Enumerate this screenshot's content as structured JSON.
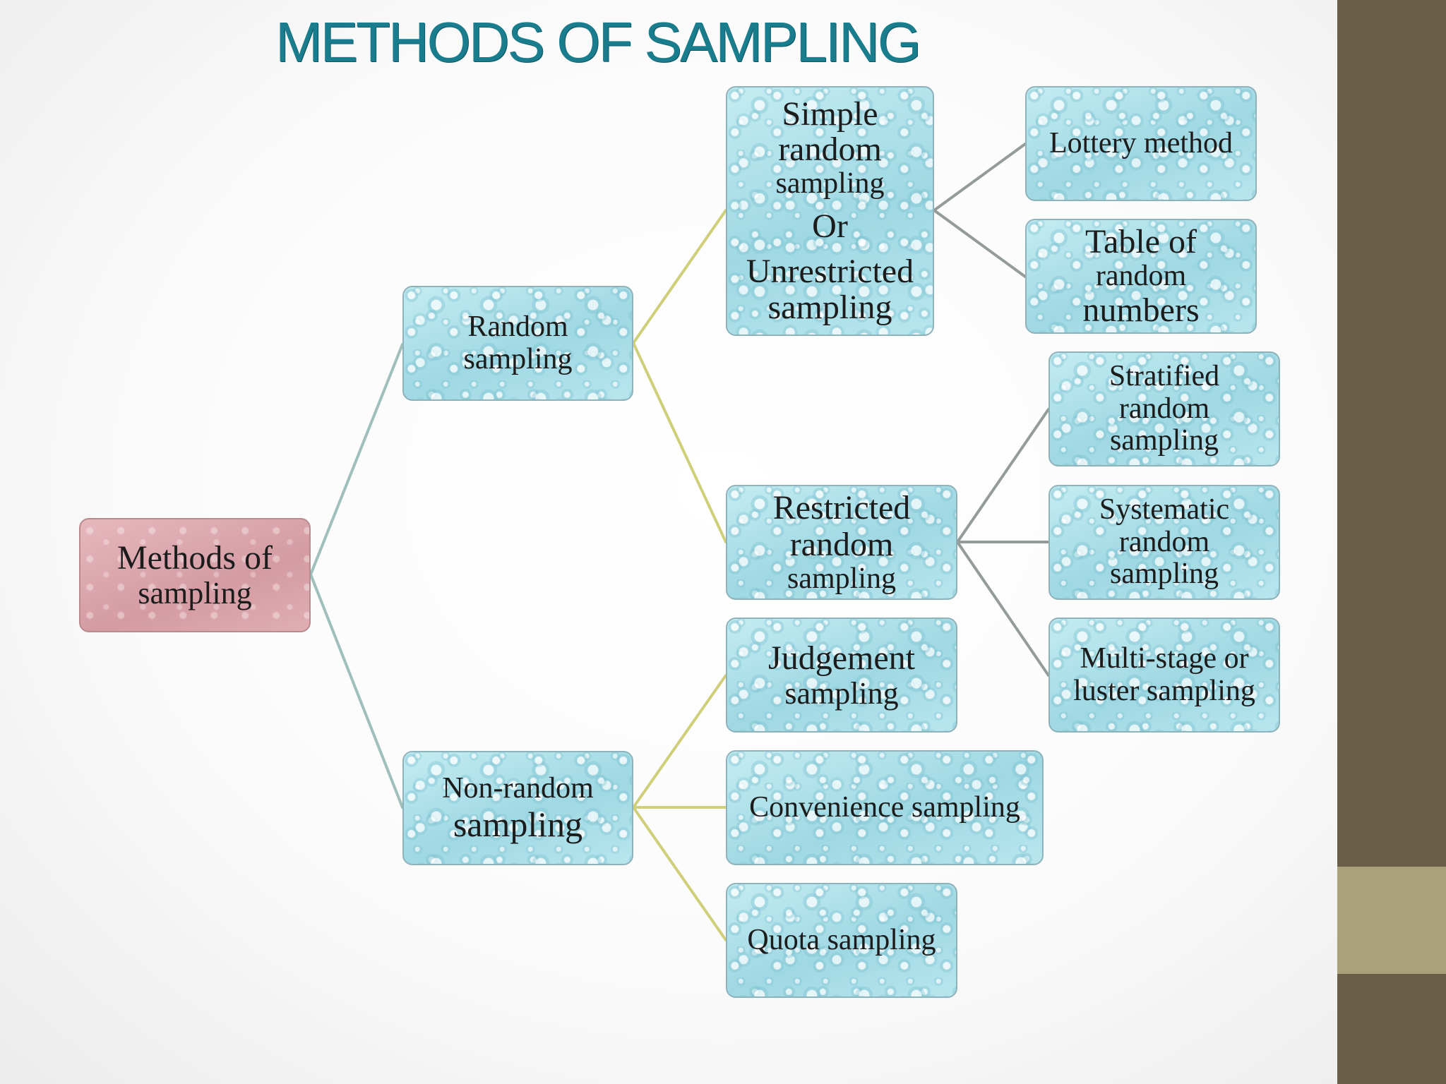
{
  "title": "METHODS OF SAMPLING",
  "colors": {
    "title": "#1a7d8e",
    "node_fill": "#aee2ea",
    "root_fill": "#dba7ae",
    "level1_connector": "#9fbfbd",
    "level2_connector": "#cfcf7a",
    "level3_connector": "#939c99",
    "sidebar": "#6b5e48",
    "sidebar_band": "#a8a17a"
  },
  "nodes": {
    "root": {
      "lines": [
        "Methods of",
        "sampling"
      ]
    },
    "random": {
      "lines": [
        "Random",
        "sampling"
      ]
    },
    "nonrandom": {
      "lines": [
        "Non-random",
        "sampling"
      ]
    },
    "simple": {
      "lines": [
        "Simple",
        "random",
        "sampling",
        "Or",
        "Unrestricted",
        "sampling"
      ]
    },
    "restricted": {
      "lines": [
        "Restricted",
        "random",
        "sampling"
      ]
    },
    "lottery": {
      "lines": [
        "Lottery method"
      ]
    },
    "table": {
      "lines": [
        "Table of",
        "random",
        "numbers"
      ]
    },
    "stratified": {
      "lines": [
        "Stratified",
        "random",
        "sampling"
      ]
    },
    "systematic": {
      "lines": [
        "Systematic",
        "random",
        "sampling"
      ]
    },
    "multistage": {
      "lines": [
        "Multi-stage or",
        "luster sampling"
      ]
    },
    "judgement": {
      "lines": [
        "Judgement",
        "sampling"
      ]
    },
    "convenience": {
      "lines": [
        "Convenience sampling"
      ]
    },
    "quota": {
      "lines": [
        "Quota sampling"
      ]
    }
  }
}
